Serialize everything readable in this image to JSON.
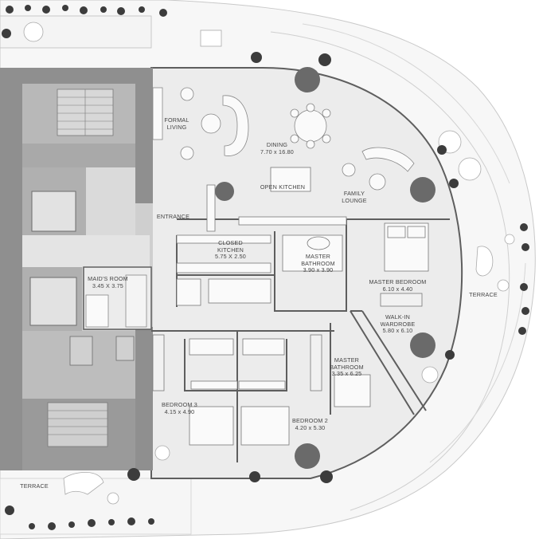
{
  "rooms": {
    "formal_living": {
      "name": "FORMAL\nLIVING"
    },
    "dining": {
      "name": "DINING",
      "dims": "7.70 x 16.80"
    },
    "family_lounge": {
      "name": "FAMILY\nLOUNGE"
    },
    "open_kitchen": {
      "name": "OPEN KITCHEN"
    },
    "entrance": {
      "name": "ENTRANCE"
    },
    "closed_kitchen": {
      "name": "CLOSED\nKITCHEN",
      "dims": "5.75 X 2.50"
    },
    "master_bathroom_1": {
      "name": "MASTER\nBATHROOM",
      "dims": "3.90 x 3.90"
    },
    "master_bedroom": {
      "name": "MASTER BEDROOM",
      "dims": "6.10 x 4.40"
    },
    "maids_room": {
      "name": "MAID'S ROOM",
      "dims": "3.45 X 3.75"
    },
    "walk_in_wardrobe": {
      "name": "WALK-IN\nWARDROBE",
      "dims": "5.80 x 6.10"
    },
    "master_bathroom_2": {
      "name": "MASTER\nBATHROOM",
      "dims": "3.35 x 6.25"
    },
    "bedroom_3": {
      "name": "BEDROOM 3",
      "dims": "4.15 x 4.90"
    },
    "bedroom_2": {
      "name": "BEDROOM 2",
      "dims": "4.20 x 5.30"
    },
    "terrace_right": {
      "name": "TERRACE"
    },
    "terrace_bottom": {
      "name": "TERRACE"
    }
  },
  "colors": {
    "core_dark": "#8f8f8f",
    "core_mid": "#b3b3b3",
    "core_light": "#d4d4d4",
    "floor": "#ebebeb",
    "terrace": "#f6f6f6",
    "wall": "#5e5e5e",
    "furniture": "#fafafa",
    "plant": "#3c3c3c",
    "dark_circle": "#6a6a6a"
  }
}
